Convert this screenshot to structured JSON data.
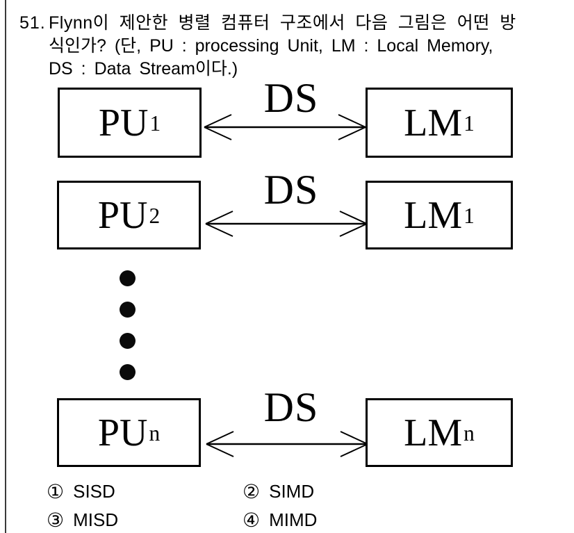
{
  "question": {
    "number": "51.",
    "line1": "Flynn이 제안한 병렬 컴퓨터 구조에서 다음 그림은 어떤 방",
    "line2": "식인가? (단, PU : processing Unit, LM : Local Memory,",
    "line3": "DS : Data Stream이다.)"
  },
  "diagram": {
    "rows": [
      {
        "left_main": "PU",
        "left_sub": "1",
        "arrow_label": "DS",
        "right_main": "LM",
        "right_sub": "1"
      },
      {
        "left_main": "PU",
        "left_sub": "2",
        "arrow_label": "DS",
        "right_main": "LM",
        "right_sub": "1"
      },
      {
        "left_main": "PU",
        "left_sub": "n",
        "arrow_label": "DS",
        "right_main": "LM",
        "right_sub": "n"
      }
    ],
    "arrow_style": "double-headed open arrow",
    "ellipsis_dots": 4
  },
  "options": [
    {
      "marker": "①",
      "label": "SISD"
    },
    {
      "marker": "②",
      "label": "SIMD"
    },
    {
      "marker": "③",
      "label": "MISD"
    },
    {
      "marker": "④",
      "label": "MIMD"
    }
  ],
  "colors": {
    "ink": "#000000",
    "background": "#ffffff",
    "left_rule": "#3a3a3a"
  }
}
